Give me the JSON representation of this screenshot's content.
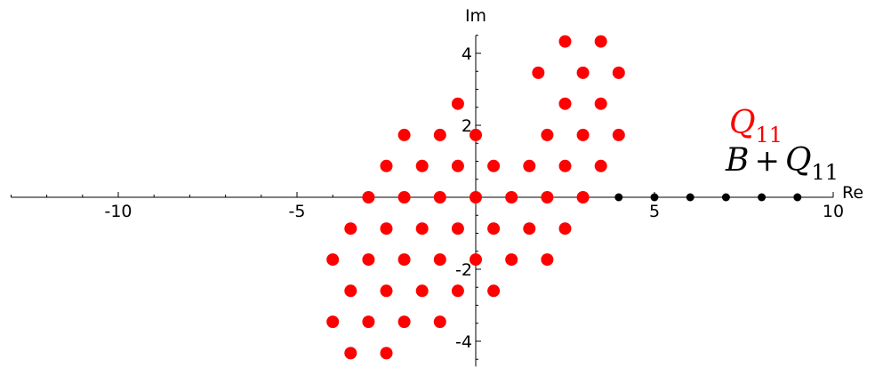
{
  "chart_data": {
    "type": "scatter",
    "xlabel": "Re",
    "ylabel": "Im",
    "xlim": [
      -13,
      10
    ],
    "ylim": [
      -4.7,
      4.5
    ],
    "x_ticks": [
      {
        "value": -10,
        "label": "-10"
      },
      {
        "value": -5,
        "label": "-5"
      },
      {
        "value": 5,
        "label": "5"
      },
      {
        "value": 10,
        "label": "10"
      }
    ],
    "y_ticks": [
      {
        "value": 4,
        "label": "4"
      },
      {
        "value": 2,
        "label": "2"
      },
      {
        "value": -2,
        "label": "-2"
      },
      {
        "value": -4,
        "label": "-4"
      }
    ],
    "grid": false,
    "legend": {
      "placement": "right",
      "entries": [
        {
          "script": "Q",
          "sub": "11",
          "color": "#ff0000"
        },
        {
          "script": "B",
          "plus": "+",
          "script2": "Q",
          "sub": "11",
          "color": "#000000"
        }
      ]
    },
    "series": [
      {
        "color": "#ff0000",
        "marker_size": "large",
        "points": [
          [
            2.5,
            4.33
          ],
          [
            3.5,
            4.33
          ],
          [
            1.75,
            3.46
          ],
          [
            3.0,
            3.46
          ],
          [
            4.0,
            3.46
          ],
          [
            -0.5,
            2.6
          ],
          [
            2.5,
            2.6
          ],
          [
            3.5,
            2.6
          ],
          [
            -2.0,
            1.73
          ],
          [
            -1.0,
            1.73
          ],
          [
            0.0,
            1.73
          ],
          [
            2.0,
            1.73
          ],
          [
            3.0,
            1.73
          ],
          [
            4.0,
            1.73
          ],
          [
            -2.5,
            0.87
          ],
          [
            -1.5,
            0.87
          ],
          [
            -0.5,
            0.87
          ],
          [
            0.5,
            0.87
          ],
          [
            1.5,
            0.87
          ],
          [
            2.5,
            0.87
          ],
          [
            3.5,
            0.87
          ],
          [
            -3.0,
            0
          ],
          [
            -2.0,
            0
          ],
          [
            -1.0,
            0
          ],
          [
            0.0,
            0
          ],
          [
            1.0,
            0
          ],
          [
            2.0,
            0
          ],
          [
            3.0,
            0
          ],
          [
            -3.5,
            -0.87
          ],
          [
            -2.5,
            -0.87
          ],
          [
            -1.5,
            -0.87
          ],
          [
            -0.5,
            -0.87
          ],
          [
            0.5,
            -0.87
          ],
          [
            1.5,
            -0.87
          ],
          [
            2.5,
            -0.87
          ],
          [
            -4.0,
            -1.73
          ],
          [
            -3.0,
            -1.73
          ],
          [
            -2.0,
            -1.73
          ],
          [
            -1.0,
            -1.73
          ],
          [
            0.0,
            -1.73
          ],
          [
            1.0,
            -1.73
          ],
          [
            2.0,
            -1.73
          ],
          [
            -3.5,
            -2.6
          ],
          [
            -2.5,
            -2.6
          ],
          [
            -1.5,
            -2.6
          ],
          [
            -0.5,
            -2.6
          ],
          [
            0.5,
            -2.6
          ],
          [
            -4.0,
            -3.46
          ],
          [
            -3.0,
            -3.46
          ],
          [
            -2.0,
            -3.46
          ],
          [
            -1.0,
            -3.46
          ],
          [
            -3.5,
            -4.33
          ],
          [
            -2.5,
            -4.33
          ]
        ]
      },
      {
        "color": "#000000",
        "marker_size": "small",
        "points": [
          [
            4,
            0
          ],
          [
            5,
            0
          ],
          [
            6,
            0
          ],
          [
            7,
            0
          ],
          [
            8,
            0
          ],
          [
            9,
            0
          ]
        ]
      }
    ]
  }
}
